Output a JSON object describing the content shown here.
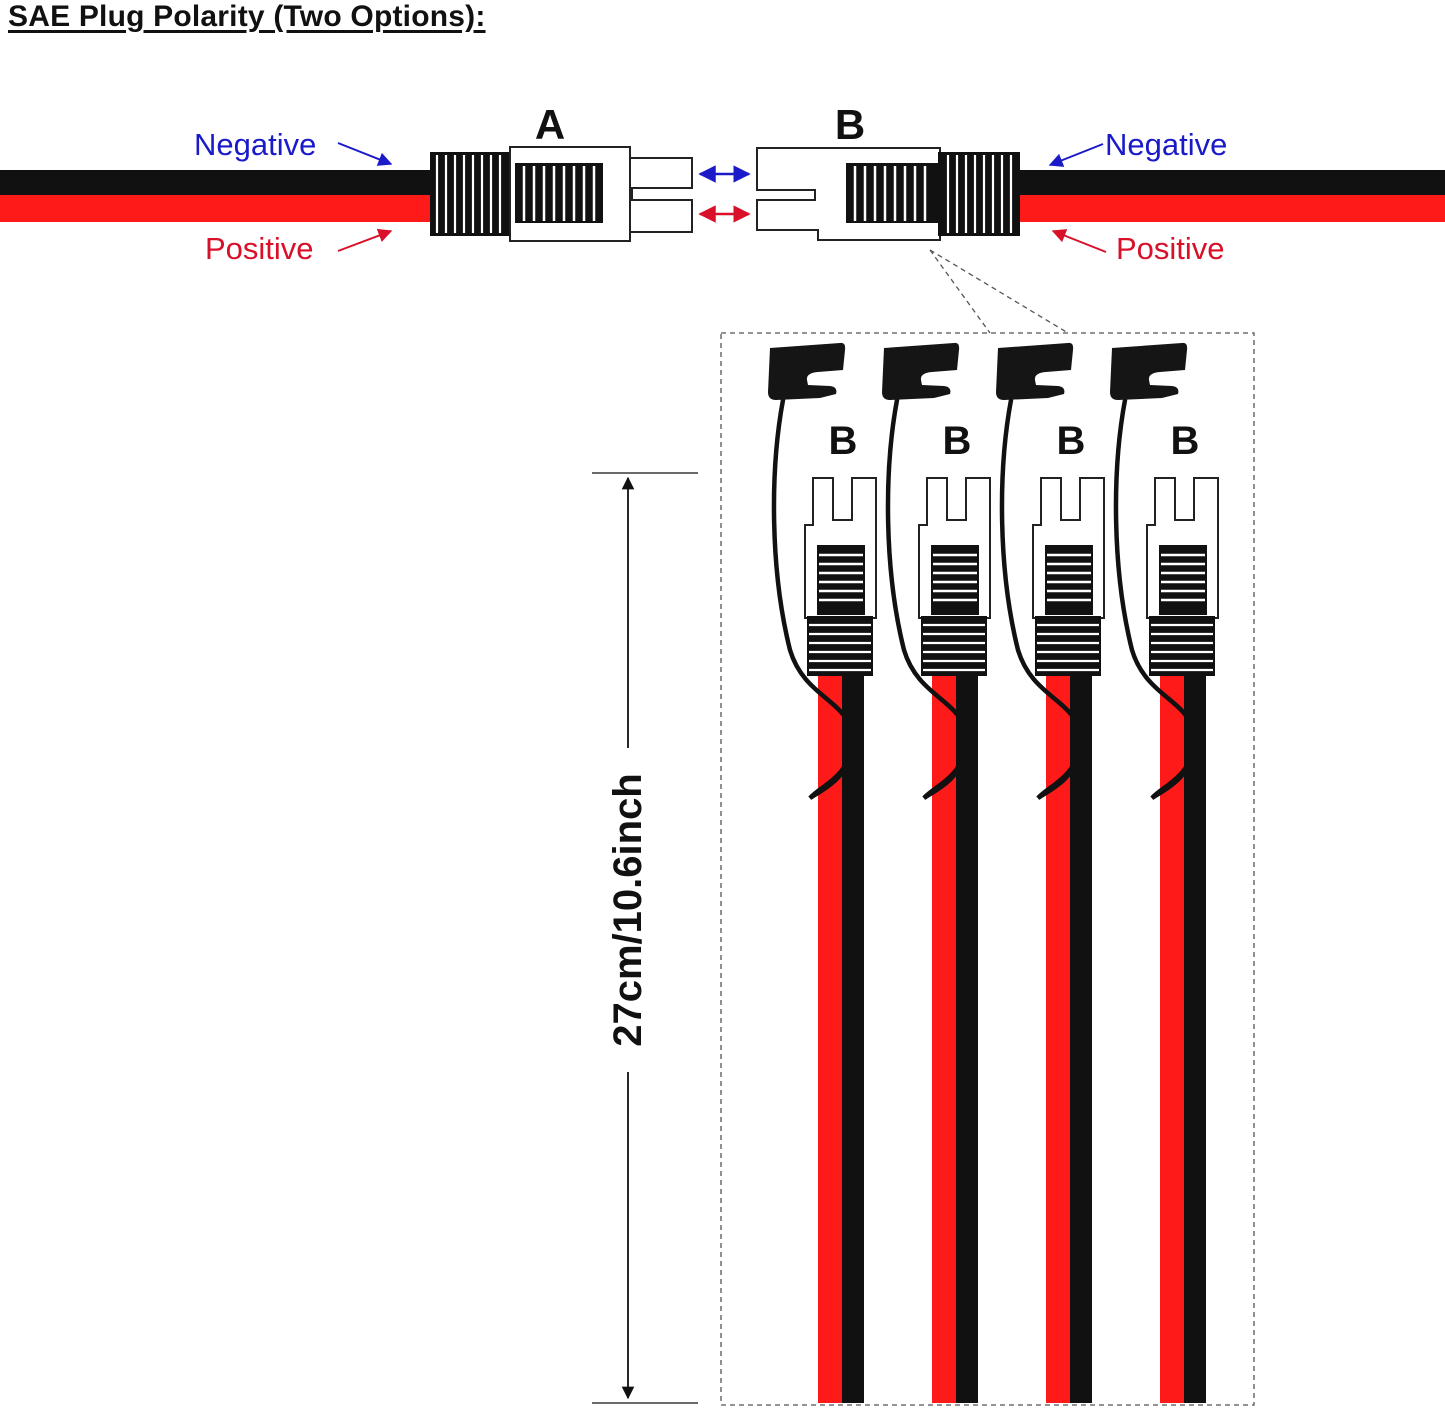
{
  "title": "SAE Plug Polarity (Two Options):",
  "top": {
    "left_connector_letter": "A",
    "right_connector_letter": "B",
    "left_negative": "Negative",
    "left_positive": "Positive",
    "right_negative": "Negative",
    "right_positive": "Positive"
  },
  "cable_letters": [
    "B",
    "B",
    "B",
    "B"
  ],
  "dimension_label": "27cm/10.6inch",
  "colors": {
    "negative_label": "#1a1ac8",
    "positive_label": "#d8102a",
    "negative_wire": "#111111",
    "positive_wire": "#ff1a1a"
  }
}
